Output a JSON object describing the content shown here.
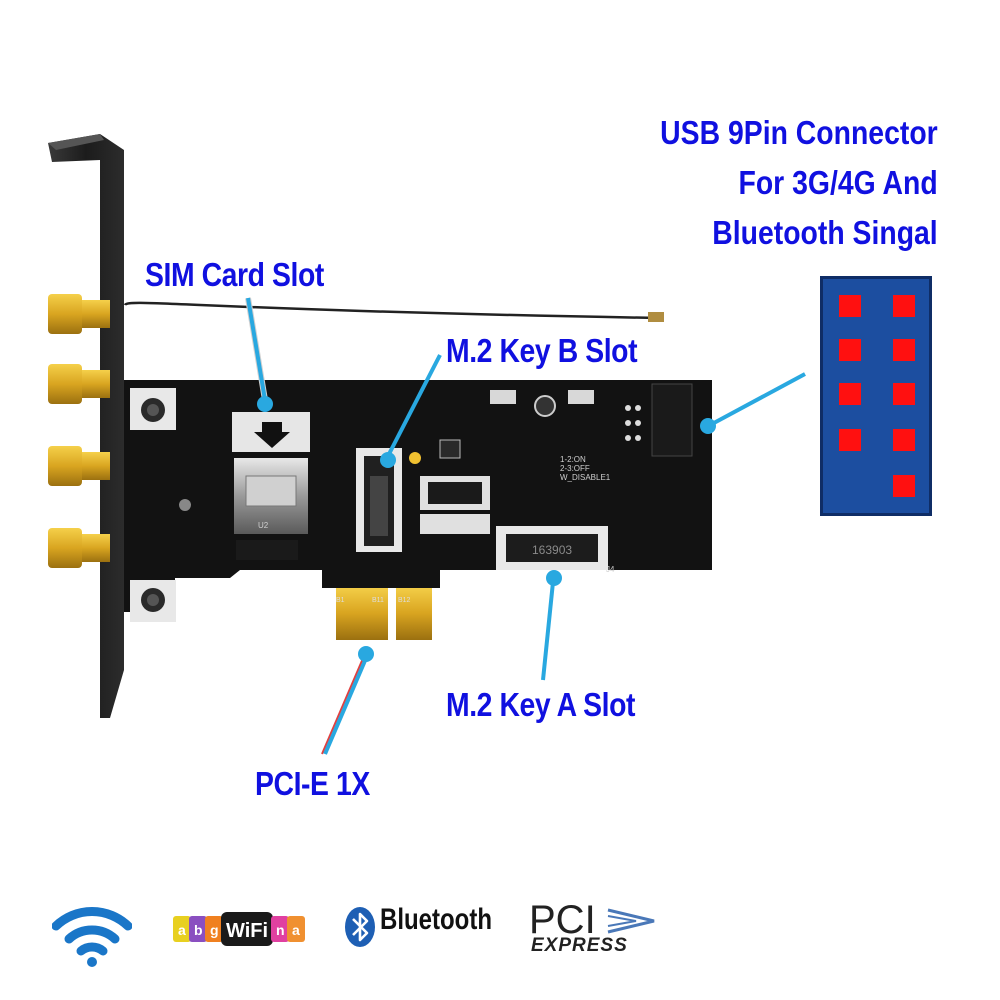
{
  "labels": {
    "sim_card_slot": "SIM Card Slot",
    "m2_key_b_slot": "M.2 Key B Slot",
    "m2_key_a_slot": "M.2 Key A Slot",
    "pcie_1x": "PCI-E 1X",
    "usb_connector_lines": [
      "USB 9Pin Connector",
      "For 3G/4G And",
      "Bluetooth Singal"
    ]
  },
  "pcb_markings": {
    "chip_code": "163903",
    "switch_legend_1": "1-2:ON",
    "switch_legend_2": "2-3:OFF",
    "switch_legend_3": "W_DISABLE1",
    "pin_b1": "B1",
    "pin_b11": "B11",
    "pin_b12": "B12",
    "ref_j4": "J4",
    "ref_u2": "U2"
  },
  "logos": {
    "wifi_letters": [
      "a",
      "b",
      "g",
      "WiFi",
      "n",
      "a"
    ],
    "bluetooth": "Bluetooth",
    "pci": "PCI",
    "express": "EXPRESS"
  },
  "colors": {
    "label_text": "#1010e0",
    "callout_line": "#29a8e0",
    "pin_box": "#1c4ea0",
    "pin": "#ff1010",
    "pcb": "#121212",
    "gold": "#d9a520"
  }
}
